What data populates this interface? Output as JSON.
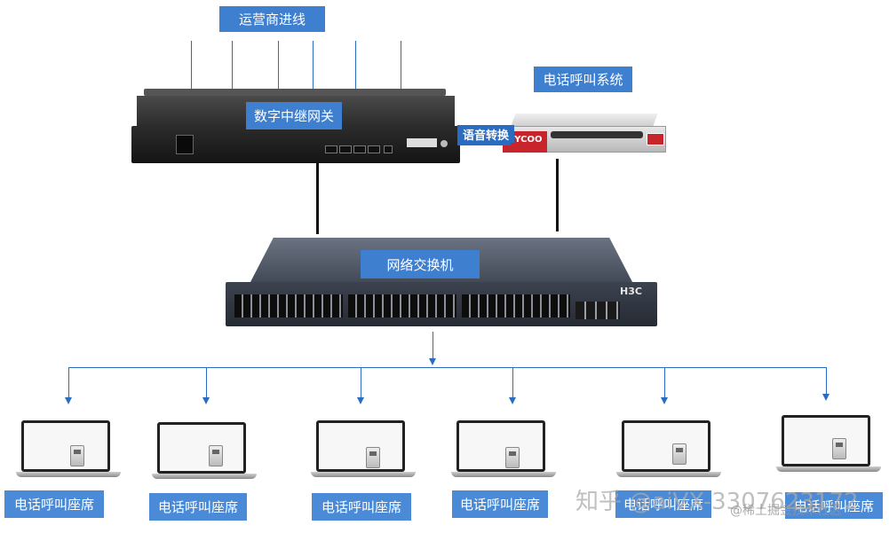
{
  "carrier_label": "运营商进线",
  "gateway_label": "数字中继网关",
  "call_system_label": "电话呼叫系统",
  "voice_convert_label": "语音转换",
  "switch_label": "网络交换机",
  "seats": [
    {
      "label": "电话呼叫座席"
    },
    {
      "label": "电话呼叫座席"
    },
    {
      "label": "电话呼叫座席"
    },
    {
      "label": "电话呼叫座席"
    },
    {
      "label": "电话呼叫座席"
    },
    {
      "label": "电话呼叫座席"
    }
  ],
  "device_brand_switch": "H3C",
  "device_brand_call": "ZYCOO",
  "watermark_zhihu": "知乎 @aiVX-3307623172",
  "watermark_csdn": "@稀土掘金技术社区",
  "colors": {
    "label_blue": "#3f7fd0",
    "line_blue": "#2a6cc0",
    "device_red": "#c8242c"
  }
}
